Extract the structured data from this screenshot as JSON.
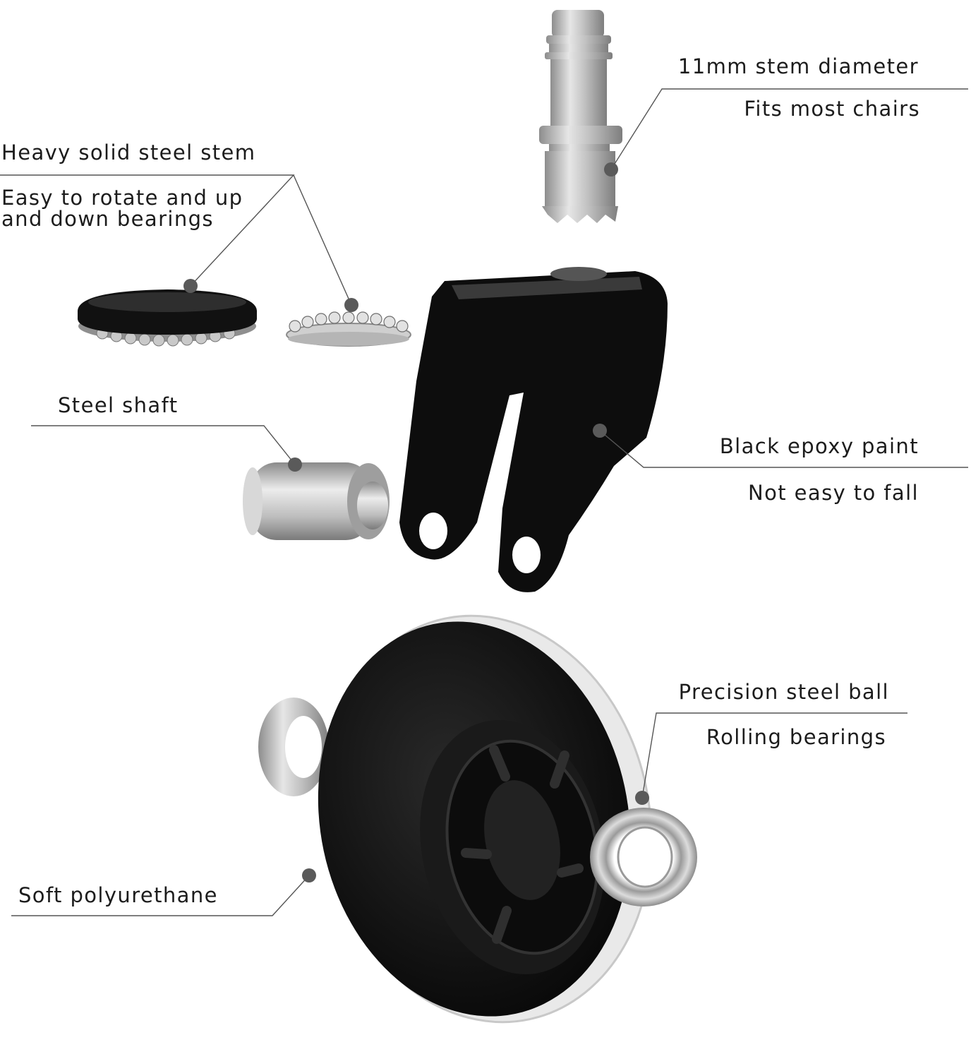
{
  "callouts": {
    "stem_diameter": {
      "line1": "11mm stem diameter",
      "line2": "Fits most chairs"
    },
    "steel_stem": {
      "line1": "Heavy solid steel stem",
      "line2": "Easy to rotate and up",
      "line3": "and down bearings"
    },
    "steel_shaft": {
      "line1": "Steel shaft"
    },
    "epoxy_paint": {
      "line1": "Black epoxy paint",
      "line2": "Not easy to fall"
    },
    "steel_ball": {
      "line1": "Precision steel ball",
      "line2": "Rolling bearings"
    },
    "polyurethane": {
      "line1": "Soft polyurethane"
    }
  },
  "colors": {
    "text": "#1c1c1c",
    "leader_line": "#555555",
    "dot": "#5a5a5a",
    "metal": "#b8b8b8",
    "bracket": "#0d0d0d",
    "wheel": "#0b0b0b"
  }
}
